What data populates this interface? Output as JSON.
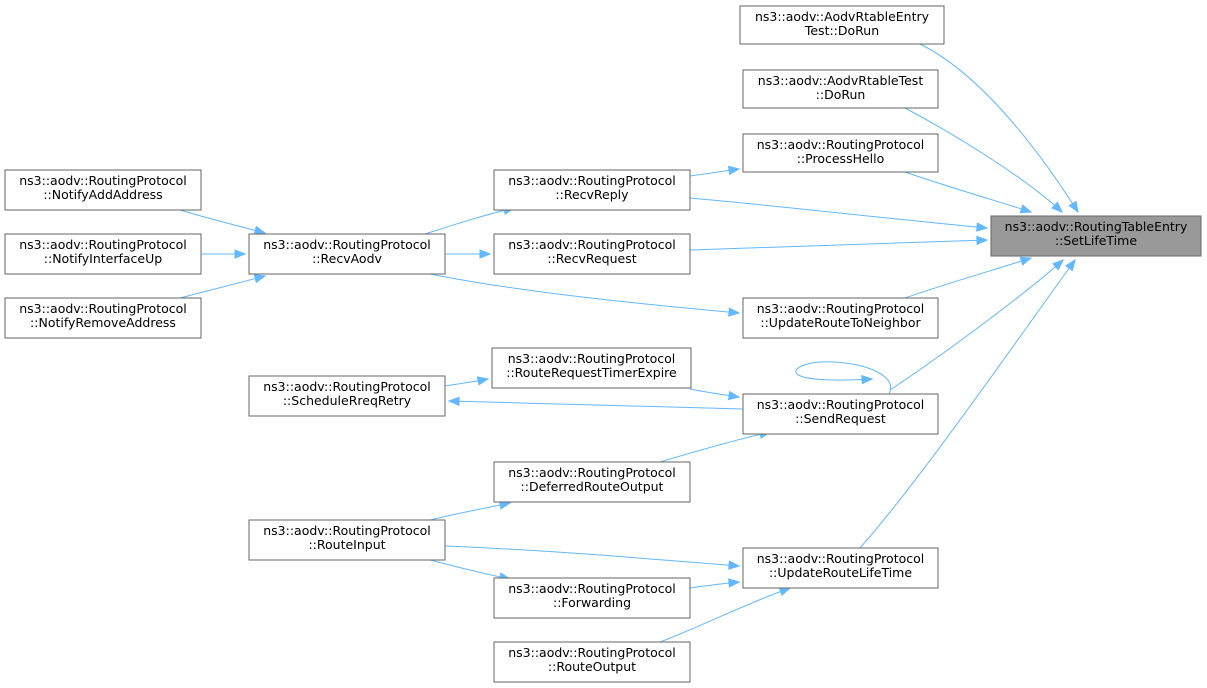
{
  "diagram": {
    "nodes": [
      {
        "id": "n_setlifetime",
        "lines": [
          "ns3::aodv::RoutingTableEntry",
          "::SetLifeTime"
        ],
        "highlight": true
      },
      {
        "id": "n_rtableentry_dorun",
        "lines": [
          "ns3::aodv::AodvRtableEntry",
          "Test::DoRun"
        ]
      },
      {
        "id": "n_rtable_dorun",
        "lines": [
          "ns3::aodv::AodvRtableTest",
          "::DoRun"
        ]
      },
      {
        "id": "n_processhello",
        "lines": [
          "ns3::aodv::RoutingProtocol",
          "::ProcessHello"
        ]
      },
      {
        "id": "n_recvreply",
        "lines": [
          "ns3::aodv::RoutingProtocol",
          "::RecvReply"
        ]
      },
      {
        "id": "n_recvrequest",
        "lines": [
          "ns3::aodv::RoutingProtocol",
          "::RecvRequest"
        ]
      },
      {
        "id": "n_updateroutetoneighbor",
        "lines": [
          "ns3::aodv::RoutingProtocol",
          "::UpdateRouteToNeighbor"
        ]
      },
      {
        "id": "n_recvaodv",
        "lines": [
          "ns3::aodv::RoutingProtocol",
          "::RecvAodv"
        ]
      },
      {
        "id": "n_notifyaddaddress",
        "lines": [
          "ns3::aodv::RoutingProtocol",
          "::NotifyAddAddress"
        ]
      },
      {
        "id": "n_notifyinterfaceup",
        "lines": [
          "ns3::aodv::RoutingProtocol",
          "::NotifyInterfaceUp"
        ]
      },
      {
        "id": "n_notifyremoveaddress",
        "lines": [
          "ns3::aodv::RoutingProtocol",
          "::NotifyRemoveAddress"
        ]
      },
      {
        "id": "n_routerequesttimerexpire",
        "lines": [
          "ns3::aodv::RoutingProtocol",
          "::RouteRequestTimerExpire"
        ]
      },
      {
        "id": "n_schedulereqretry",
        "lines": [
          "ns3::aodv::RoutingProtocol",
          "::ScheduleRreqRetry"
        ]
      },
      {
        "id": "n_sendrequest",
        "lines": [
          "ns3::aodv::RoutingProtocol",
          "::SendRequest"
        ]
      },
      {
        "id": "n_deferredrouteoutput",
        "lines": [
          "ns3::aodv::RoutingProtocol",
          "::DeferredRouteOutput"
        ]
      },
      {
        "id": "n_routeinput",
        "lines": [
          "ns3::aodv::RoutingProtocol",
          "::RouteInput"
        ]
      },
      {
        "id": "n_updateroutelifetime",
        "lines": [
          "ns3::aodv::RoutingProtocol",
          "::UpdateRouteLifeTime"
        ]
      },
      {
        "id": "n_forwarding",
        "lines": [
          "ns3::aodv::RoutingProtocol",
          "::Forwarding"
        ]
      },
      {
        "id": "n_routeoutput",
        "lines": [
          "ns3::aodv::RoutingProtocol",
          "::RouteOutput"
        ]
      }
    ],
    "edges": [
      {
        "from": "n_rtableentry_dorun",
        "to": "n_setlifetime"
      },
      {
        "from": "n_rtable_dorun",
        "to": "n_setlifetime"
      },
      {
        "from": "n_processhello",
        "to": "n_setlifetime"
      },
      {
        "from": "n_recvreply",
        "to": "n_setlifetime"
      },
      {
        "from": "n_recvrequest",
        "to": "n_setlifetime"
      },
      {
        "from": "n_updateroutetoneighbor",
        "to": "n_setlifetime"
      },
      {
        "from": "n_sendrequest",
        "to": "n_setlifetime"
      },
      {
        "from": "n_updateroutelifetime",
        "to": "n_setlifetime"
      },
      {
        "from": "n_recvreply",
        "to": "n_processhello"
      },
      {
        "from": "n_recvaodv",
        "to": "n_recvreply"
      },
      {
        "from": "n_recvaodv",
        "to": "n_recvrequest"
      },
      {
        "from": "n_recvaodv",
        "to": "n_updateroutetoneighbor"
      },
      {
        "from": "n_notifyaddaddress",
        "to": "n_recvaodv"
      },
      {
        "from": "n_notifyinterfaceup",
        "to": "n_recvaodv"
      },
      {
        "from": "n_notifyremoveaddress",
        "to": "n_recvaodv"
      },
      {
        "from": "n_routerequesttimerexpire",
        "to": "n_sendrequest"
      },
      {
        "from": "n_schedulereqretry",
        "to": "n_routerequesttimerexpire"
      },
      {
        "from": "n_sendrequest",
        "to": "n_schedulereqretry"
      },
      {
        "from": "n_sendrequest",
        "to": "n_sendrequest"
      },
      {
        "from": "n_deferredrouteoutput",
        "to": "n_sendrequest"
      },
      {
        "from": "n_routeinput",
        "to": "n_deferredrouteoutput"
      },
      {
        "from": "n_routeinput",
        "to": "n_updateroutelifetime"
      },
      {
        "from": "n_routeinput",
        "to": "n_forwarding"
      },
      {
        "from": "n_forwarding",
        "to": "n_updateroutelifetime"
      },
      {
        "from": "n_routeoutput",
        "to": "n_updateroutelifetime"
      }
    ],
    "colors": {
      "edge": "#63b8ff",
      "node_border": "#666666",
      "highlight_fill": "#999999"
    }
  }
}
